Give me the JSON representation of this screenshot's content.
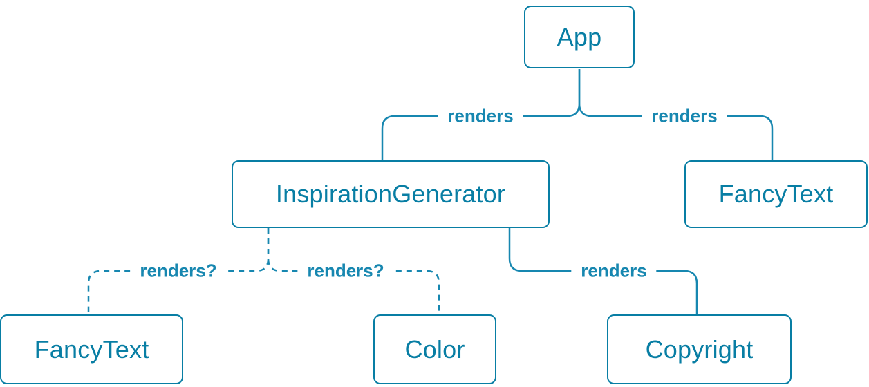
{
  "diagram_type": "component-render-tree",
  "nodes": [
    {
      "id": "app",
      "label": "App"
    },
    {
      "id": "inspiration-generator",
      "label": "InspirationGenerator"
    },
    {
      "id": "fancy-text-top",
      "label": "FancyText"
    },
    {
      "id": "fancy-text-bottom",
      "label": "FancyText"
    },
    {
      "id": "color",
      "label": "Color"
    },
    {
      "id": "copyright",
      "label": "Copyright"
    }
  ],
  "edges": [
    {
      "from": "App",
      "to": "InspirationGenerator",
      "label": "renders",
      "style": "solid"
    },
    {
      "from": "App",
      "to": "FancyText",
      "label": "renders",
      "style": "solid"
    },
    {
      "from": "InspirationGenerator",
      "to": "FancyText",
      "label": "renders?",
      "style": "dashed"
    },
    {
      "from": "InspirationGenerator",
      "to": "Color",
      "label": "renders?",
      "style": "dashed"
    },
    {
      "from": "InspirationGenerator",
      "to": "Copyright",
      "label": "renders",
      "style": "solid"
    }
  ],
  "colors": {
    "accent": "#087ea4",
    "edge": "#1787b0",
    "label": "#1787b0",
    "background": "#ffffff"
  }
}
